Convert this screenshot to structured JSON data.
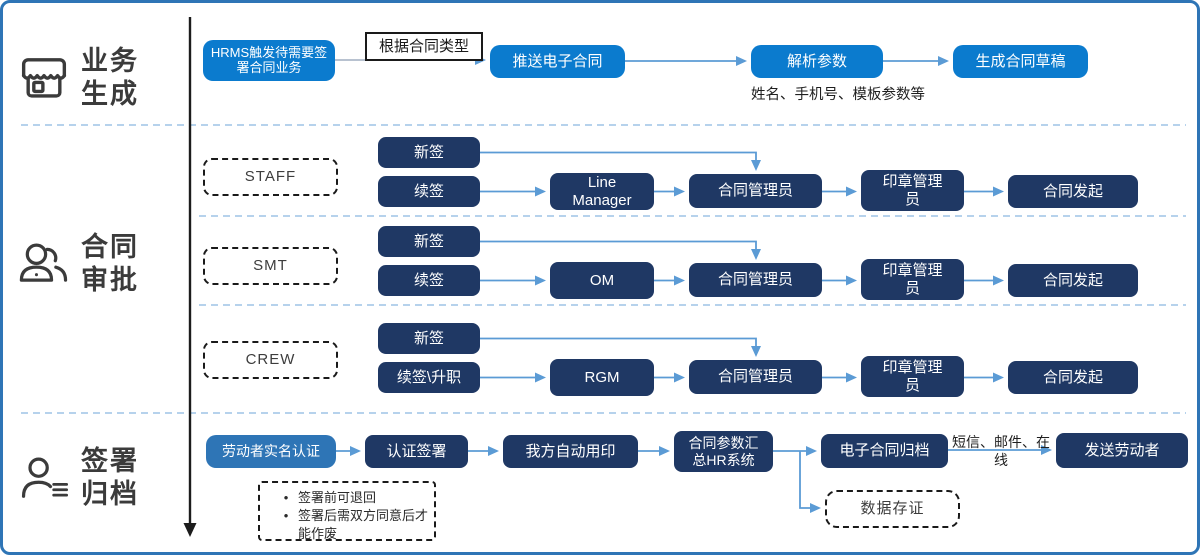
{
  "lane_labels": [
    {
      "title": "业务\n生成",
      "icon": "storefront-icon"
    },
    {
      "title": "合同\n审批",
      "icon": "people-icon"
    },
    {
      "title": "签署\n归档",
      "icon": "person-list-icon"
    }
  ],
  "business_flow": {
    "hrms_trigger": "HRMS触发待需要签署合同业务",
    "contract_type_label": "根据合同类型",
    "push_econtract": "推送电子合同",
    "parse_params": "解析参数",
    "parse_params_note": "姓名、手机号、模板参数等",
    "generate_draft": "生成合同草稿"
  },
  "approval_rows": [
    {
      "group": "STAFF",
      "new_sign": "新签",
      "renew": "续签",
      "reviewer": "Line Manager",
      "contract_admin": "合同管理员",
      "seal_admin": "印章管理员",
      "initiate": "合同发起"
    },
    {
      "group": "SMT",
      "new_sign": "新签",
      "renew": "续签",
      "reviewer": "OM",
      "contract_admin": "合同管理员",
      "seal_admin": "印章管理员",
      "initiate": "合同发起"
    },
    {
      "group": "CREW",
      "new_sign": "新签",
      "renew": "续签\\升职",
      "reviewer": "RGM",
      "contract_admin": "合同管理员",
      "seal_admin": "印章管理员",
      "initiate": "合同发起"
    }
  ],
  "signing_flow": {
    "realname_auth": "劳动者实名认证",
    "auth_sign": "认证签署",
    "auto_seal": "我方自动用印",
    "hr_summary": "合同参数汇总HR系统",
    "archive": "电子合同归档",
    "send_channel": "短信、邮件、在线",
    "send_worker": "发送劳动者",
    "data_notarize": "数据存证",
    "notes": [
      "签署前可退回",
      "签署后需双方同意后才能作废"
    ]
  },
  "colors": {
    "bright_blue": "#0b7bce",
    "navy": "#1f3864",
    "medium_blue": "#2e75b6",
    "arrow_blue": "#5b9bd5",
    "divider_blue": "#9dc3e6",
    "frame_blue": "#2e75b6",
    "timeline_black": "#1c1c1c"
  }
}
